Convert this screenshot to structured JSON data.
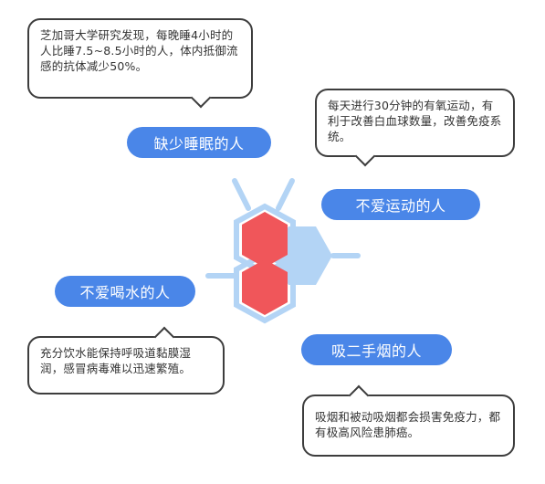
{
  "items": [
    {
      "label": "缺少睡眠的人",
      "note": "芝加哥大学研究发现，每晚睡4小时的人比睡7.5~8.5小时的人，体内抵御流感的抗体减少50%。"
    },
    {
      "label": "不爱运动的人",
      "note": "每天进行30分钟的有氧运动，有利于改善白血球数量，改善免疫系统。"
    },
    {
      "label": "不爱喝水的人",
      "note": "充分饮水能保持呼吸道黏膜湿润，感冒病毒难以迅速繁殖。"
    },
    {
      "label": "吸二手烟的人",
      "note": "吸烟和被动吸烟都会损害免疫力，都有极高风险患肺癌。"
    }
  ],
  "colors": {
    "accent": "#4a86e8",
    "hex_red": "#f0565a",
    "hex_light": "#b3d4f5",
    "border": "#3d3d3d"
  }
}
